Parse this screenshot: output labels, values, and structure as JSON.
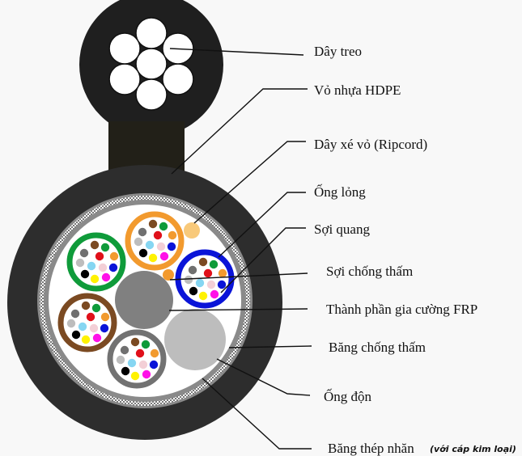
{
  "labels": {
    "messenger": "Dây treo",
    "jacket": "Vỏ nhựa HDPE",
    "ripcord": "Dây xé vỏ (Ripcord)",
    "loose_tube": "Ống lỏng",
    "fiber": "Sợi quang",
    "water_blocking_yarn": "Sợi chống thấm",
    "frp": "Thành phần gia cường FRP",
    "water_blocking_tape": "Băng chống thấm",
    "filler": "Ống độn",
    "steel_tape": "Băng thép nhăn",
    "steel_tape_note": "(với cáp kim loại)"
  },
  "colors": {
    "jacket": "#2d2d2d",
    "tube_colors": [
      "#f29a2e",
      "#0f9b3a",
      "#0a14d8",
      "#7b4a22",
      "#727272"
    ],
    "fiber_colors": [
      "#7b4a22",
      "#0f9b3a",
      "#707070",
      "#e0101a",
      "#f29a2e",
      "#bdbdbd",
      "#86d6f2",
      "#f3cfd6",
      "#0a14d8",
      "#000000",
      "#fff200",
      "#ff10e8"
    ],
    "filler": "#bdbdbd",
    "frp": "#808080",
    "ripcord": "#f8c97a"
  }
}
